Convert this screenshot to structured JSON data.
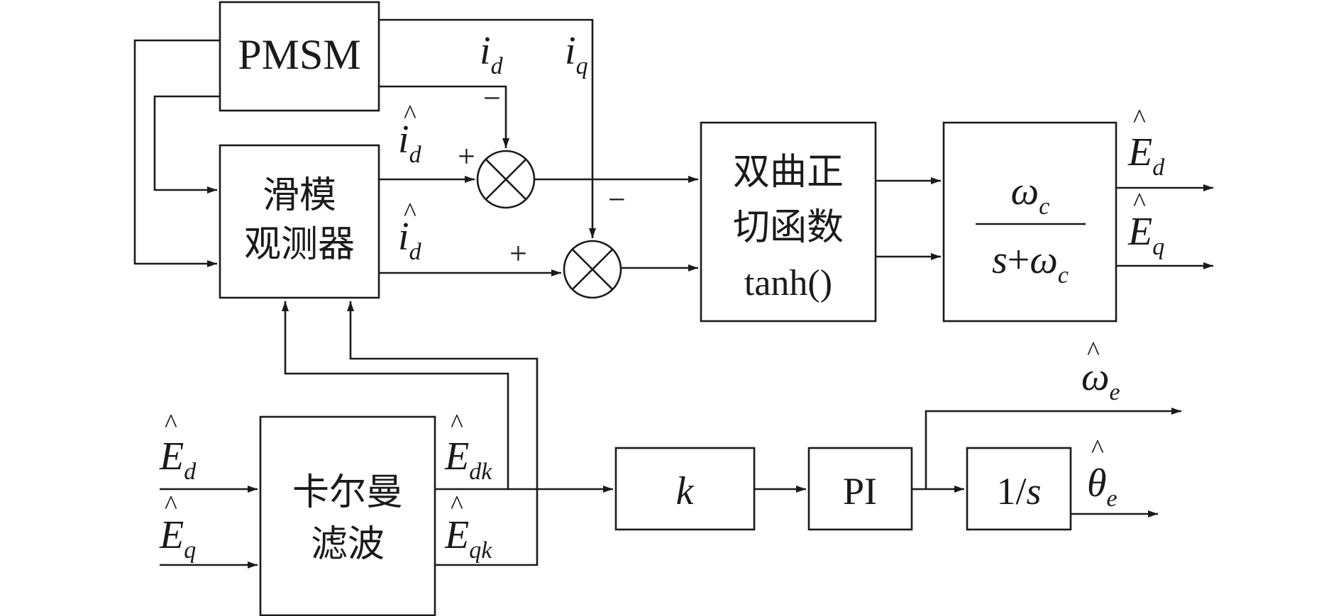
{
  "blocks": {
    "pmsm": "PMSM",
    "smo_line1": "滑模",
    "smo_line2": "观测器",
    "tanh_line1": "双曲正",
    "tanh_line2": "切函数",
    "tanh_line3": "tanh()",
    "lpf_num_sym": "ω",
    "lpf_num_sub": "c",
    "lpf_den_s": "s",
    "lpf_den_plus": "+",
    "lpf_den_sym": "ω",
    "lpf_den_sub": "c",
    "kalman_line1": "卡尔曼",
    "kalman_line2": "滤波",
    "gain": "k",
    "pi": "PI",
    "integrator_num": "1/",
    "integrator_s": "s"
  },
  "signals": {
    "id_sym": "i",
    "id_sub": "d",
    "iq_sym": "i",
    "iq_sub": "q",
    "id_hat1_sym": "i",
    "id_hat1_sub": "d",
    "id_hat2_sym": "i",
    "id_hat2_sub": "d",
    "ed_out_sym": "E",
    "ed_out_sub": "d",
    "eq_out_sym": "E",
    "eq_out_sub": "q",
    "ed_in_sym": "E",
    "ed_in_sub": "d",
    "eq_in_sym": "E",
    "eq_in_sub": "q",
    "edk_sym": "E",
    "edk_sub": "dk",
    "eqk_sym": "E",
    "eqk_sub": "qk",
    "omega_sym": "ω",
    "omega_sub": "e",
    "theta_sym": "θ",
    "theta_sub": "e",
    "hat": "^"
  },
  "signs": {
    "s1_minus": "−",
    "s1_plus": "+",
    "s2_minus": "−",
    "s2_plus": "+"
  }
}
